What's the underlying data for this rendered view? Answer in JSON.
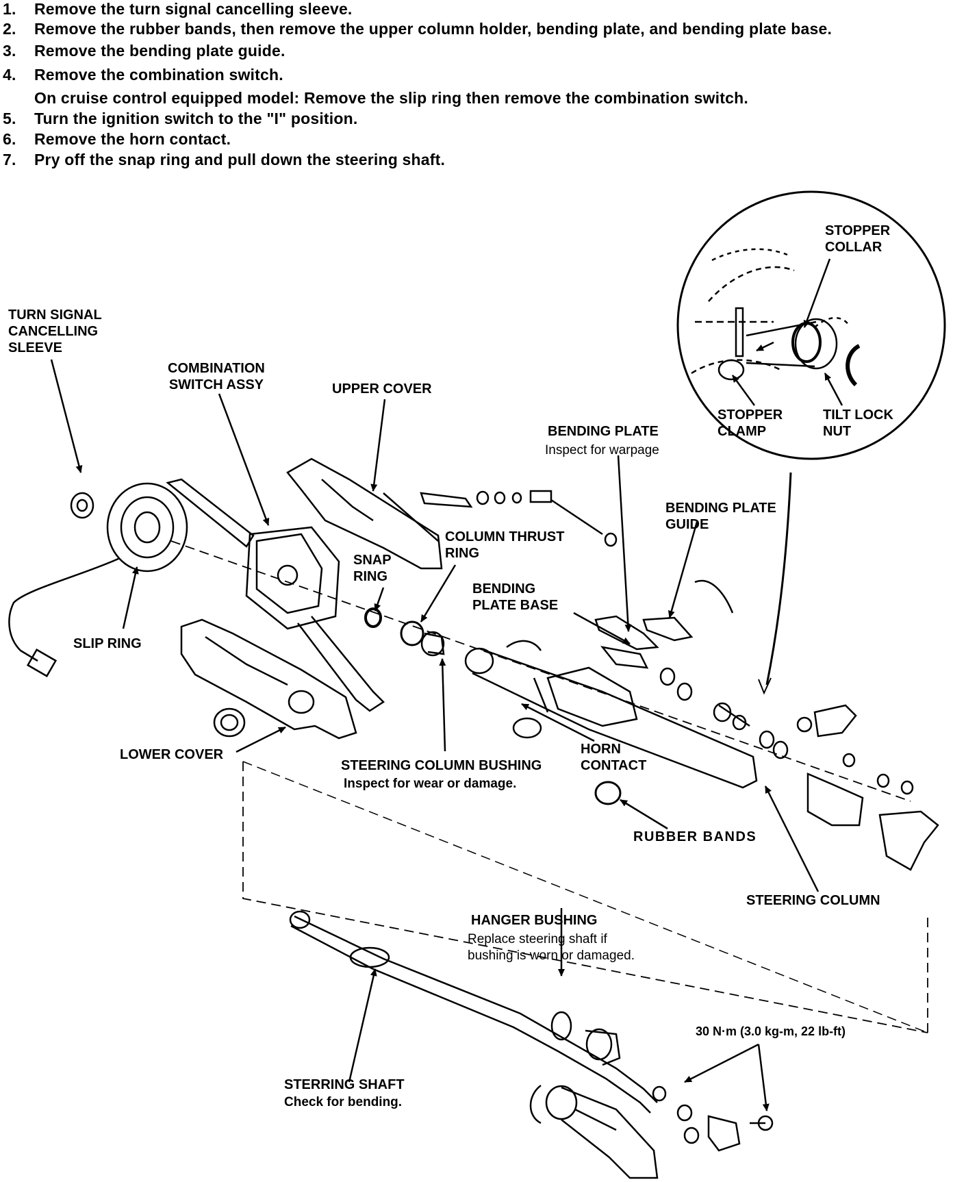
{
  "steps": [
    {
      "num": "1.",
      "text": "Remove the turn signal cancelling sleeve."
    },
    {
      "num": "2.",
      "text": "Remove the rubber bands, then remove the upper column holder, bending plate, and bending plate base."
    },
    {
      "num": "3.",
      "text": "Remove the bending plate guide."
    },
    {
      "num": "4.",
      "text": "Remove the combination switch."
    },
    {
      "num": "",
      "text": "On cruise control equipped model:  Remove the slip ring then remove the combination switch."
    },
    {
      "num": "5.",
      "text": "Turn the ignition switch to the \"I\" position."
    },
    {
      "num": "6.",
      "text": "Remove the horn contact."
    },
    {
      "num": "7.",
      "text": "Pry off the snap ring and pull down the steering shaft."
    }
  ],
  "labels": {
    "turn_signal_sleeve": [
      "TURN SIGNAL",
      "CANCELLING",
      "SLEEVE"
    ],
    "combination_switch": [
      "COMBINATION",
      "SWITCH ASSY"
    ],
    "upper_cover": "UPPER COVER",
    "bending_plate": "BENDING PLATE",
    "bending_plate_note": "Inspect for warpage",
    "bending_plate_guide": [
      "BENDING PLATE",
      "GUIDE"
    ],
    "column_thrust_ring": [
      "COLUMN THRUST",
      "RING"
    ],
    "snap_ring": [
      "SNAP",
      "RING"
    ],
    "bending_plate_base": [
      "BENDING",
      "PLATE BASE"
    ],
    "slip_ring": "SLIP RING",
    "lower_cover": "LOWER COVER",
    "steering_column_bushing": "STEERING COLUMN BUSHING",
    "steering_column_bushing_note": "Inspect for wear or damage.",
    "horn_contact": [
      "HORN",
      "CONTACT"
    ],
    "rubber_bands": "RUBBER BANDS",
    "steering_column": "STEERING COLUMN",
    "hanger_bushing": "HANGER BUSHING",
    "hanger_bushing_note": [
      "Replace steering shaft if",
      "bushing is worn or damaged."
    ],
    "torque": "30 N·m (3.0 kg-m, 22 lb-ft)",
    "steering_shaft": "STERRING SHAFT",
    "steering_shaft_note": "Check for bending.",
    "stopper_collar": [
      "STOPPER",
      "COLLAR"
    ],
    "stopper_clamp": [
      "STOPPER",
      "CLAMP"
    ],
    "tilt_lock_nut": [
      "TILT LOCK",
      "NUT"
    ]
  }
}
